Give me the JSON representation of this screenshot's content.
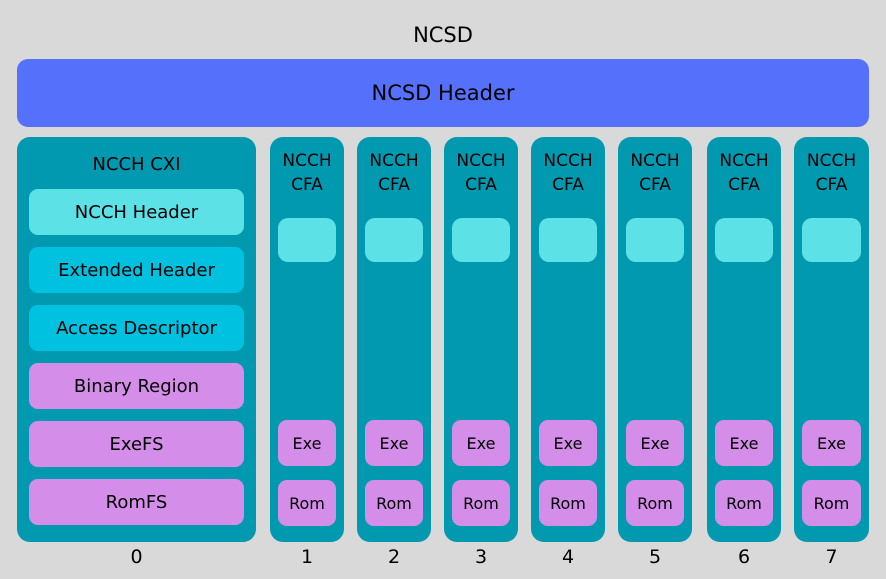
{
  "diagram": {
    "title": "NCSD",
    "background_color": "#d9d9d9"
  },
  "ncsd_header": {
    "label": "NCSD Header",
    "color": "#5570fb"
  },
  "colors": {
    "container_teal": "#0099b0",
    "header_blue": "#5570fb",
    "cyan_light": "#5ce1e6",
    "cyan_deep": "#00c2e0",
    "purple": "#d58dea",
    "background": "#d9d9d9"
  },
  "partitions": [
    {
      "index": "0",
      "title": "NCCH CXI",
      "type": "cxi",
      "regions": [
        {
          "label": "NCCH Header",
          "color": "#5ce1e6"
        },
        {
          "label": "Extended Header",
          "color": "#00c2e0"
        },
        {
          "label": "Access Descriptor",
          "color": "#00c2e0"
        },
        {
          "label": "Binary Region",
          "color": "#d58dea"
        },
        {
          "label": "ExeFS",
          "color": "#d58dea"
        },
        {
          "label": "RomFS",
          "color": "#d58dea"
        }
      ]
    },
    {
      "index": "1",
      "title": "NCCH CFA",
      "type": "cfa",
      "regions": [
        {
          "label": "",
          "color": "#5ce1e6"
        },
        {
          "label": "Exe",
          "color": "#d58dea"
        },
        {
          "label": "Rom",
          "color": "#d58dea"
        }
      ]
    },
    {
      "index": "2",
      "title": "NCCH CFA",
      "type": "cfa",
      "regions": [
        {
          "label": "",
          "color": "#5ce1e6"
        },
        {
          "label": "Exe",
          "color": "#d58dea"
        },
        {
          "label": "Rom",
          "color": "#d58dea"
        }
      ]
    },
    {
      "index": "3",
      "title": "NCCH CFA",
      "type": "cfa",
      "regions": [
        {
          "label": "",
          "color": "#5ce1e6"
        },
        {
          "label": "Exe",
          "color": "#d58dea"
        },
        {
          "label": "Rom",
          "color": "#d58dea"
        }
      ]
    },
    {
      "index": "4",
      "title": "NCCH CFA",
      "type": "cfa",
      "regions": [
        {
          "label": "",
          "color": "#5ce1e6"
        },
        {
          "label": "Exe",
          "color": "#d58dea"
        },
        {
          "label": "Rom",
          "color": "#d58dea"
        }
      ]
    },
    {
      "index": "5",
      "title": "NCCH CFA",
      "type": "cfa",
      "regions": [
        {
          "label": "",
          "color": "#5ce1e6"
        },
        {
          "label": "Exe",
          "color": "#d58dea"
        },
        {
          "label": "Rom",
          "color": "#d58dea"
        }
      ]
    },
    {
      "index": "6",
      "title": "NCCH CFA",
      "type": "cfa",
      "regions": [
        {
          "label": "",
          "color": "#5ce1e6"
        },
        {
          "label": "Exe",
          "color": "#d58dea"
        },
        {
          "label": "Rom",
          "color": "#d58dea"
        }
      ]
    },
    {
      "index": "7",
      "title": "NCCH CFA",
      "type": "cfa",
      "regions": [
        {
          "label": "",
          "color": "#5ce1e6"
        },
        {
          "label": "Exe",
          "color": "#d58dea"
        },
        {
          "label": "Rom",
          "color": "#d58dea"
        }
      ]
    }
  ]
}
